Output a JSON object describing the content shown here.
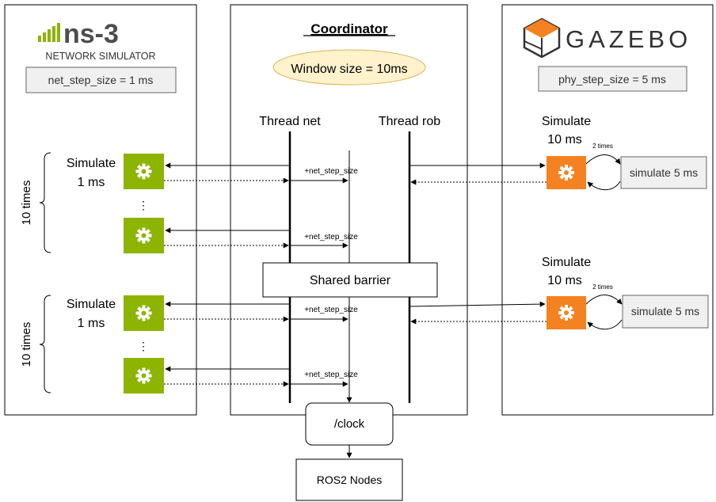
{
  "ns3": {
    "logo_text": "ns-3",
    "subtitle": "NETWORK SIMULATOR",
    "step_size_label": "net_step_size = 1 ms",
    "group1_times": "10 times",
    "group2_times": "10 times",
    "simulate_line1": "Simulate",
    "simulate_line2": "1 ms",
    "ellipsis": "⋮"
  },
  "coordinator": {
    "title": "Coordinator",
    "window_size": "Window size = 10ms",
    "thread_net": "Thread net",
    "thread_rob": "Thread rob",
    "increment_label": "+net_step_size",
    "barrier_label": "Shared barrier"
  },
  "gazebo": {
    "logo_text": "GAZEBO",
    "step_size_label": "phy_step_size = 5 ms",
    "simulate_line1": "Simulate",
    "simulate_line2": "10 ms",
    "repeat_label": "2 times",
    "simulate_sub": "simulate 5 ms"
  },
  "outputs": {
    "clock": "/clock",
    "ros2_nodes": "ROS2 Nodes"
  },
  "colors": {
    "ns3_green": "#8cb400",
    "gazebo_orange": "#f58220",
    "label_box_fill": "#f0f0f0",
    "window_ellipse_fill": "#fff2cc",
    "window_ellipse_stroke": "#d6b656"
  }
}
